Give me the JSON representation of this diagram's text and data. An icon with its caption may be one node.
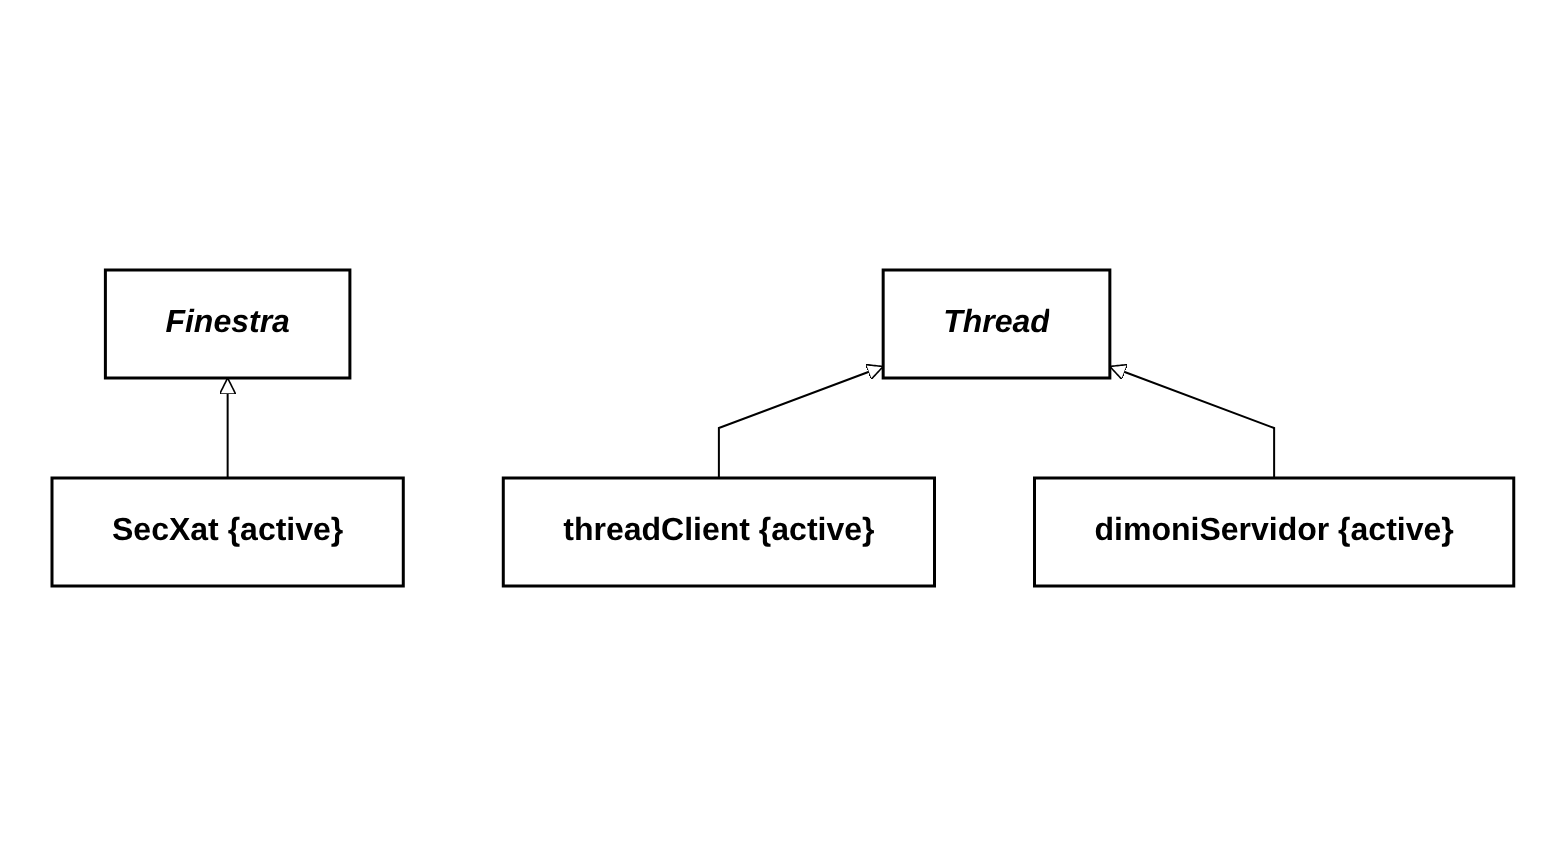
{
  "diagram": {
    "nodes": [
      {
        "text": [
          "Finestra"
        ]
      },
      {
        "text": [
          "Thread"
        ]
      },
      {
        "text": [
          "SecXat {active}"
        ]
      },
      {
        "text": [
          "threadClient {active}"
        ]
      },
      {
        "text": [
          "dimoniServidor {active}"
        ]
      }
    ],
    "edges": [
      {
        "from": 2,
        "to": 0,
        "arrow": "to"
      },
      {
        "from": 3,
        "to": 1,
        "arrow": "to"
      },
      {
        "from": 4,
        "to": 1,
        "arrow": "to"
      }
    ]
  }
}
